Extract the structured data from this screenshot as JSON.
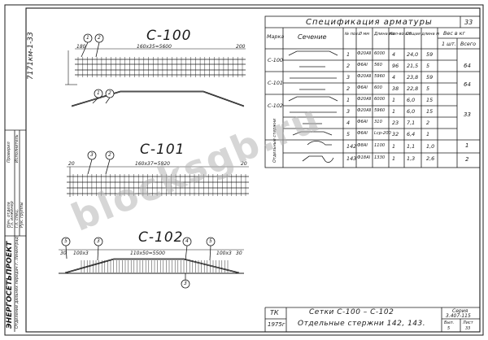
{
  "sheet_number": "33",
  "vertical_title": "7171км-1-33",
  "specification": {
    "title": "Спецификация арматуры",
    "headers": {
      "mark": "Марка",
      "section": "Сечение",
      "num": "№ поз.",
      "diameter": "Ø мм",
      "length": "Длина мм",
      "count": "Кол-во шт.",
      "total_length": "Общая длина м",
      "weight": "Вес в кг",
      "w_piece": "1 шт.",
      "w_total": "Всего"
    },
    "rows": [
      {
        "mark": "С-100",
        "pos": "1",
        "dia": "Ф20АⅡ",
        "len": "6000",
        "cnt": "4",
        "tot": "24,0",
        "w": "59"
      },
      {
        "mark": "",
        "pos": "2",
        "dia": "Ф6АⅠ",
        "len": "560",
        "cnt": "96",
        "tot": "21,5",
        "w": "5"
      },
      {
        "mark": "С-101",
        "pos": "3",
        "dia": "Ф20АⅡ",
        "len": "5960",
        "cnt": "4",
        "tot": "23,8",
        "w": "59"
      },
      {
        "mark": "",
        "pos": "2",
        "dia": "Ф6АⅠ",
        "len": "600",
        "cnt": "38",
        "tot": "22,8",
        "w": "5"
      },
      {
        "mark": "С-102",
        "pos": "1",
        "dia": "Ф20АⅡ",
        "len": "6000",
        "cnt": "1",
        "tot": "6,0",
        "w": "15"
      },
      {
        "mark": "",
        "pos": "3",
        "dia": "Ф20АⅡ",
        "len": "5960",
        "cnt": "1",
        "tot": "6,0",
        "w": "15"
      },
      {
        "mark": "",
        "pos": "4",
        "dia": "Ф6АⅠ",
        "len": "310",
        "cnt": "23",
        "tot": "7,1",
        "w": "2"
      },
      {
        "mark": "",
        "pos": "5",
        "dia": "Ф6АⅠ",
        "len": "Lср-200",
        "cnt": "32",
        "tot": "6,4",
        "w": "1"
      },
      {
        "mark": "",
        "pos": "142",
        "dia": "Ф8АⅠ",
        "len": "1100",
        "cnt": "1",
        "tot": "1,1",
        "w": "1,0"
      },
      {
        "mark": "",
        "pos": "143",
        "dia": "Ф18АⅠ",
        "len": "1330",
        "cnt": "1",
        "tot": "1,3",
        "w": "2,6"
      }
    ],
    "totals": {
      "c100": "64",
      "c101": "64",
      "c102": "33",
      "p142": "1",
      "p143": "2"
    },
    "note_label": "Отдельные стержни"
  },
  "drawings": {
    "c100": {
      "title": "С-100",
      "dim": "160x35=5600",
      "left": "180",
      "right": "200"
    },
    "c101": {
      "title": "С-101",
      "dim": "160x37=5920",
      "left": "20",
      "right": "20"
    },
    "c102": {
      "title": "С-102",
      "dim": "110x50=5500",
      "left": "30",
      "left2": "100x3",
      "right": "100x3",
      "right2": "30"
    },
    "callouts": [
      "1",
      "2",
      "3",
      "4",
      "5"
    ]
  },
  "title_block": {
    "org": "ЭНЕРГОСЕТЬПРОЕКТ",
    "org_sub": "Отделение дальних передач г. Ленинград",
    "roles": [
      "Нач. отдела",
      "Гл. инженер",
      "Гл. спец.",
      "Рук. группы",
      "Проверил",
      "Исполнитель"
    ],
    "tk": "ТК",
    "year": "1975г",
    "name_line1": "Сетки С-100 – С-102",
    "name_line2": "Отдельные стержни 142, 143.",
    "series_label": "Серия",
    "series": "3.407-115",
    "issue_label": "Вып.",
    "issue": "5",
    "sheet_label": "Лист",
    "sheet": "33"
  },
  "watermark": "blocksgb.ru"
}
